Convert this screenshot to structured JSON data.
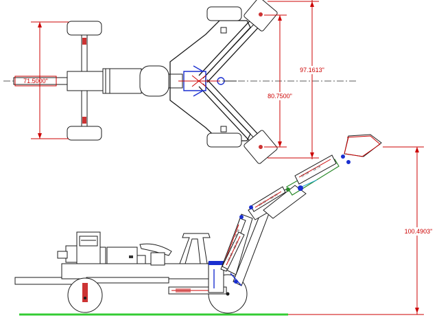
{
  "dimensions": {
    "top_left_label": "71.5000\"",
    "top_span_total": "97.1613\"",
    "top_span_inner": "80.7500\"",
    "side_height": "100.4903\""
  },
  "cylinder_labels": {
    "boom_lower": "22.16 - 38.76",
    "boom_upper": "22.16 - 38.76",
    "stick": "22.16 - 38.76",
    "front": "22.16 - 38.76"
  },
  "colors": {
    "dimension": "#cc0000",
    "pivot": "#1a2fd0",
    "stick_arm": "#2b8a2b",
    "ground": "#33cc33"
  }
}
